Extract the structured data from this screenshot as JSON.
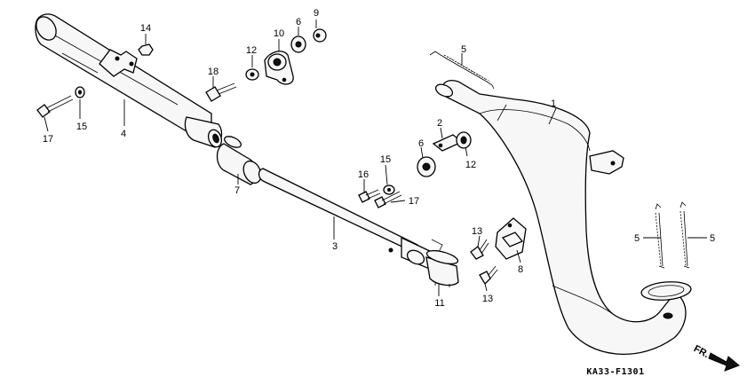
{
  "diagram": {
    "drawing_code": "KA33-F1301",
    "direction_marker": "FR.",
    "callouts": {
      "p1": "1",
      "p2": "2",
      "p3": "3",
      "p4": "4",
      "p5a": "5",
      "p5b": "5",
      "p5c": "5",
      "p6a": "6",
      "p6b": "6",
      "p7": "7",
      "p8": "8",
      "p9": "9",
      "p10": "10",
      "p11": "11",
      "p12a": "12",
      "p12b": "12",
      "p13a": "13",
      "p13b": "13",
      "p14": "14",
      "p15a": "15",
      "p15b": "15",
      "p16": "16",
      "p17a": "17",
      "p17b": "17",
      "p18": "18"
    }
  }
}
